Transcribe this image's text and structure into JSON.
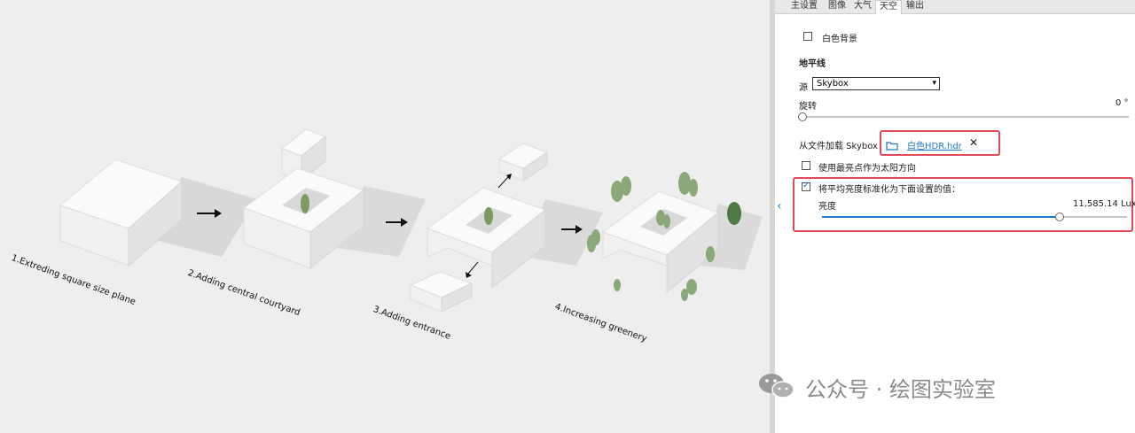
{
  "diagram": {
    "steps": [
      {
        "label": "1.Extreding square size plane"
      },
      {
        "label": "2.Adding central courtyard"
      },
      {
        "label": "3.Adding entrance"
      },
      {
        "label": "4.Increasing greenery"
      }
    ]
  },
  "tabs": [
    {
      "label": "主设置"
    },
    {
      "label": "图像"
    },
    {
      "label": "大气"
    },
    {
      "label": "天空",
      "active": true
    },
    {
      "label": "输出"
    }
  ],
  "sky": {
    "white_bg_label": "白色背景",
    "white_bg_checked": false,
    "horizon_heading": "地平线",
    "source_label": "源",
    "source_value": "Skybox",
    "rotation_label": "旋转",
    "rotation_value": "0 °",
    "rotation_fraction": 0,
    "load_label": "从文件加载 Skybox",
    "file_name": "白色HDR.hdr",
    "use_brightest_label": "使用最亮点作为太阳方向",
    "use_brightest_checked": false,
    "normalize_label": "将平均亮度标准化为下面设置的值：",
    "normalize_checked": true,
    "brightness_label": "亮度",
    "brightness_value": "11,585.14 Lux",
    "brightness_fraction": 0.78
  },
  "watermark": {
    "text": "公众号 · 绘图实验室"
  },
  "colors": {
    "accent": "#1a7fd0",
    "highlight": "#e04a5a",
    "viewport_bg": "#eeeeee"
  },
  "icons": {
    "folder": "folder-icon",
    "close": "close-icon",
    "collapse": "chevron-left-icon",
    "wechat": "wechat-icon"
  }
}
